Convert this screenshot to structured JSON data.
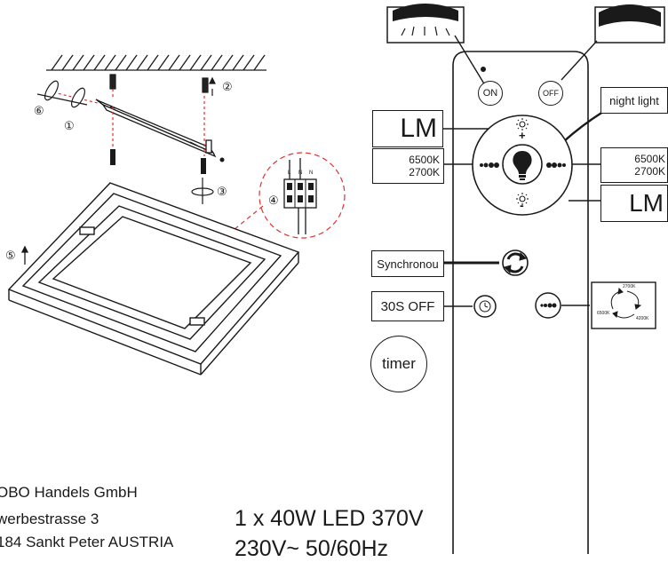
{
  "installation": {
    "step_markers": [
      "⑥",
      "①",
      "②",
      "③",
      "④",
      "⑤"
    ],
    "terminal_labels": [
      "L",
      "N",
      "N"
    ]
  },
  "remote": {
    "on_label": "ON",
    "off_label": "OFF",
    "night_light_label": "night light",
    "lm_label": "LM",
    "lm_label_2": "LM",
    "cct_left": {
      "high": "6500K",
      "low": "2700K"
    },
    "cct_right": {
      "high": "6500K",
      "low": "2700K"
    },
    "plus": "+",
    "minus": "-",
    "synchronous_label": "Synchronou",
    "off_30s_label": "30S OFF",
    "timer_label": "timer",
    "cycle": {
      "top": "2700K",
      "left": "6500K",
      "right": "4200K"
    }
  },
  "manufacturer": {
    "line1": "OBO Handels GmbH",
    "line2": "werbestrasse 3",
    "line3": "184 Sankt Peter AUSTRIA"
  },
  "spec": {
    "line1": "1 x 40W LED 370V",
    "line2": "230V~ 50/60Hz"
  }
}
